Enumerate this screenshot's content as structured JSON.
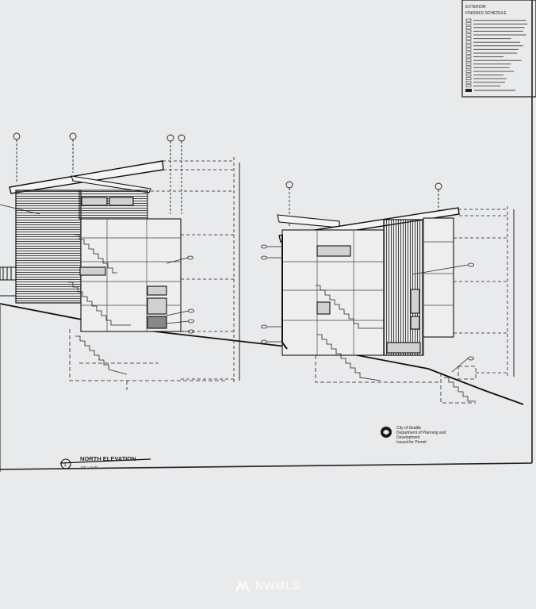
{
  "schedule": {
    "header_line1": "EXTERIOR",
    "header_line2": "FINISHES SCHEDULE"
  },
  "title_block": {
    "number": "1",
    "title": "NORTH ELEVATION",
    "scale": "1/4\" = 1'-0\""
  },
  "stamp": {
    "line1": "City of Seattle",
    "line2": "Department of Planning and",
    "line3": "Development",
    "line4": "Issued for Permit"
  },
  "watermark": {
    "text": "NWMLS"
  },
  "colors": {
    "paper": "#e9eaec",
    "ink": "#1c1c1c",
    "watermark": "#ffffff"
  }
}
